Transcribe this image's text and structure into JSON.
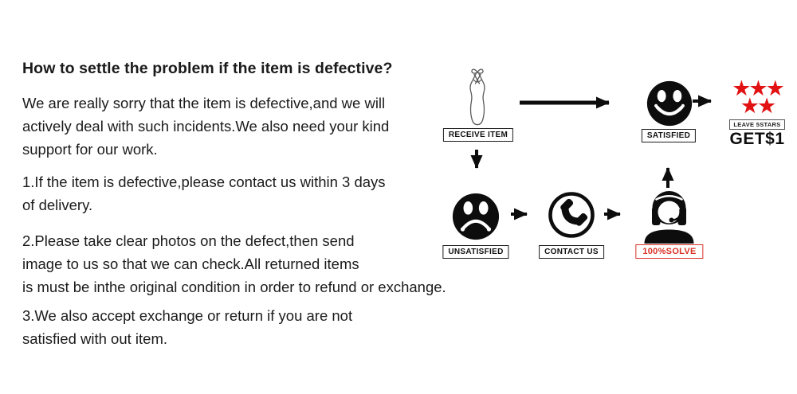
{
  "title": "How to settle the problem if the item is defective?",
  "paragraphs": {
    "intro": [
      "We are really sorry that the item is defective,and we will",
      "actively deal with such incidents.We also need your kind",
      "support for our work."
    ],
    "point1": [
      "1.If the item is defective,please contact us within 3 days",
      "of delivery."
    ],
    "point2": [
      "2.Please take clear photos on the defect,then send",
      "image to us so that we can check.All returned items",
      "is must be inthe original condition in order to refund or exchange."
    ],
    "point3": [
      "3.We also accept exchange or return if you are not",
      "satisfied with out item."
    ]
  },
  "flowchart": {
    "receive_label": "RECEIVE ITEM",
    "satisfied_label": "SATISFIED",
    "unsatisfied_label": "UNSATISFIED",
    "contact_label": "CONTACT US",
    "solve_label": "100%SOLVE",
    "leave_stars_label": "LEAVE 5STARS",
    "reward_text": "GET$1",
    "stars_row1": "★★★",
    "stars_row2": "★★"
  },
  "colors": {
    "star_red": "#e21212",
    "solve_red": "#d93025",
    "ink": "#0d0d0d"
  }
}
